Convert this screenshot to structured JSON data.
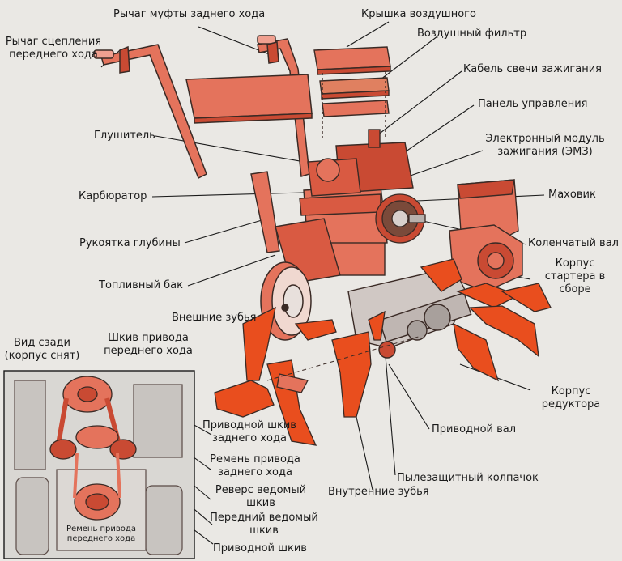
{
  "colors": {
    "background": "#eae8e4",
    "part_fill": "#e4735c",
    "part_dark": "#c94a33",
    "tine": "#e94e1e",
    "outline": "#3a2a25",
    "leader": "#1a1a1a",
    "inset_bg": "#d9d7d3"
  },
  "labels": {
    "reverse_clutch_lever": "Рычаг муфты заднего хода",
    "air_filter_cover": "Крышка воздушного",
    "air_filter": "Воздушный фильтр",
    "forward_clutch_lever": "Рычаг сцепления\nпереднего хода",
    "spark_plug_cable": "Кабель свечи зажигания",
    "control_panel": "Панель управления",
    "muffler": "Глушитель",
    "ignition_module": "Электронный модуль\nзажигания (ЭМЗ)",
    "carburetor": "Карбюратор",
    "flywheel": "Маховик",
    "depth_handle": "Рукоятка глубины",
    "crankshaft": "Коленчатый вал",
    "starter_housing": "Корпус\nстартера в\nсборе",
    "fuel_tank": "Топливный бак",
    "outer_tines": "Внешние зубья",
    "rear_view": "Вид сзади\n(корпус снят)",
    "forward_drive_pulley": "Шкив привода\nпереднего хода",
    "gearbox_housing": "Корпус\nредуктора",
    "reverse_drive_pulley": "Приводной шкив\nзаднего хода",
    "drive_shaft": "Приводной вал",
    "reverse_belt": "Ремень привода\nзаднего хода",
    "dust_cap": "Пылезащитный колпачок",
    "reverse_driven_pulley": "Реверс ведомый\nшкив",
    "inner_tines": "Внутренние зубья",
    "front_driven_pulley": "Передний ведомый\nшкив",
    "forward_belt_inset": "Ремень привода\nпереднего хода",
    "drive_pulley": "Приводной шкив"
  }
}
